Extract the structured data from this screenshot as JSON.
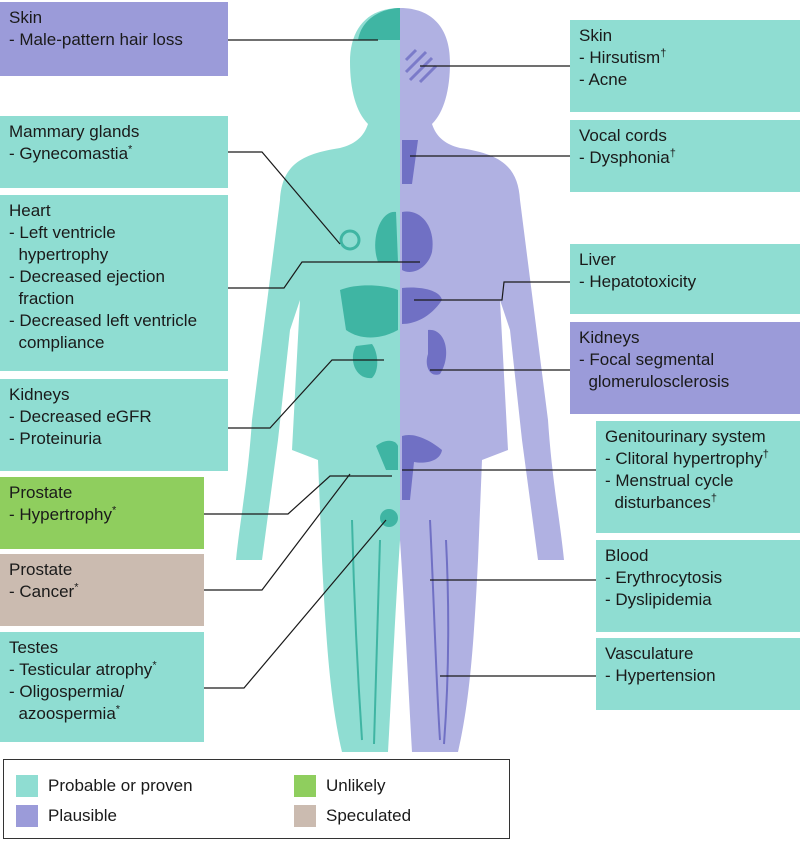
{
  "colors": {
    "probable": "#8fddd2",
    "plausible": "#9b9bd9",
    "unlikely": "#8fce5e",
    "speculated": "#cbbbb0"
  },
  "left_boxes": {
    "skin": {
      "title": "Skin",
      "items": [
        "- Male-pattern hair loss"
      ]
    },
    "mammary": {
      "title": "Mammary glands",
      "items": [
        "- Gynecomastia"
      ],
      "marks": [
        "*"
      ]
    },
    "heart": {
      "title": "Heart",
      "items": [
        "- Left ventricle",
        "  hypertrophy",
        "- Decreased ejection",
        "  fraction",
        "- Decreased left ventricle",
        "  compliance"
      ]
    },
    "kidneys": {
      "title": "Kidneys",
      "items": [
        "- Decreased eGFR",
        "- Proteinuria"
      ]
    },
    "prostate_unlikely": {
      "title": "Prostate",
      "items": [
        "- Hypertrophy"
      ],
      "marks": [
        "*"
      ]
    },
    "prostate_speculated": {
      "title": "Prostate",
      "items": [
        "- Cancer"
      ],
      "marks": [
        "*"
      ]
    },
    "testes": {
      "title": "Testes",
      "items": [
        "- Testicular atrophy",
        "- Oligospermia/",
        "  azoospermia"
      ],
      "marks": [
        "*",
        "",
        "*"
      ]
    }
  },
  "right_boxes": {
    "skin": {
      "title": "Skin",
      "items": [
        "- Hirsutism",
        "- Acne"
      ],
      "marks": [
        "†",
        ""
      ]
    },
    "vocal": {
      "title": "Vocal cords",
      "items": [
        "- Dysphonia"
      ],
      "marks": [
        "†"
      ]
    },
    "liver": {
      "title": "Liver",
      "items": [
        "- Hepatotoxicity"
      ]
    },
    "kidneys": {
      "title": "Kidneys",
      "items": [
        "- Focal segmental",
        "  glomerulosclerosis"
      ]
    },
    "genito": {
      "title": "Genitourinary system",
      "items": [
        "- Clitoral hypertrophy",
        "- Menstrual cycle",
        "  disturbances"
      ],
      "marks": [
        "†",
        "",
        "†"
      ]
    },
    "blood": {
      "title": "Blood",
      "items": [
        "- Erythrocytosis",
        "- Dyslipidemia"
      ]
    },
    "vascular": {
      "title": "Vasculature",
      "items": [
        "- Hypertension"
      ]
    }
  },
  "legend": {
    "probable": "Probable or proven",
    "plausible": "Plausible",
    "unlikely": "Unlikely",
    "speculated": "Speculated"
  }
}
